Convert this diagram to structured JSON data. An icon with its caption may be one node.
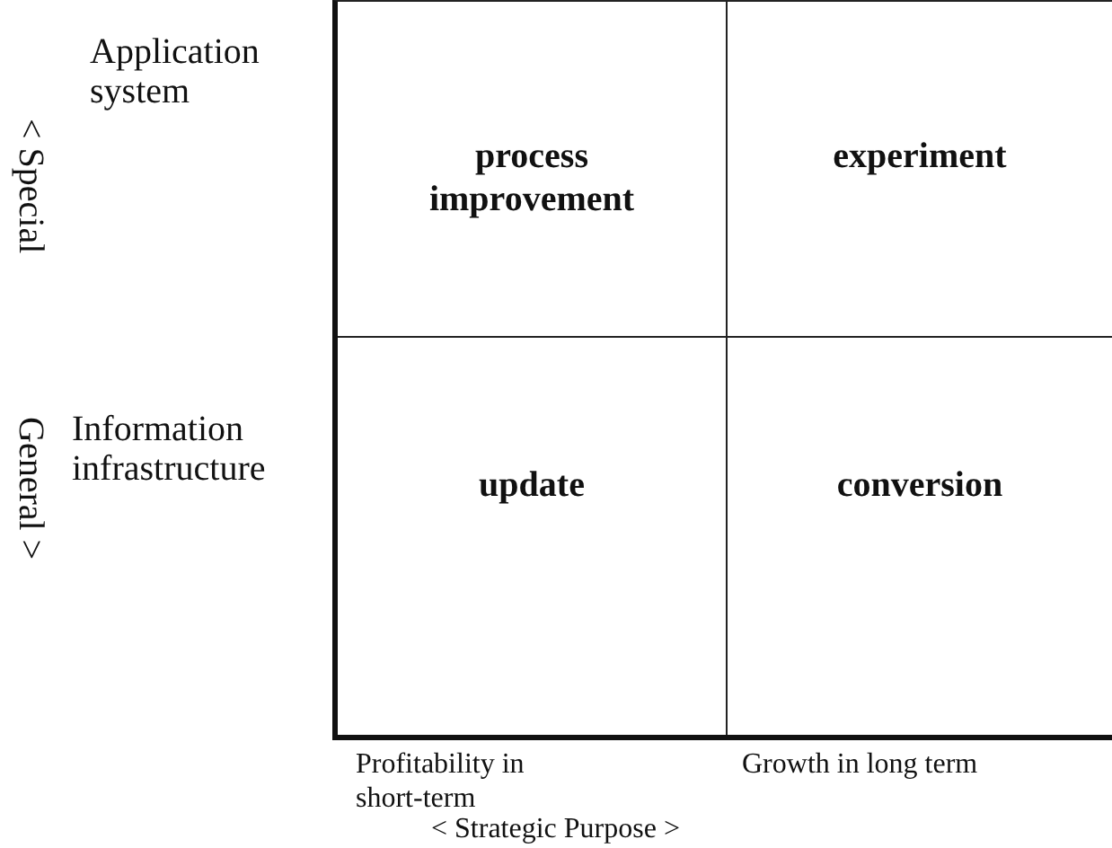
{
  "diagram": {
    "nodes": [
      {
        "text": [
          "process improvement"
        ]
      },
      {
        "text": [
          "experiment"
        ]
      },
      {
        "text": [
          "update"
        ]
      },
      {
        "text": [
          "conversion"
        ]
      }
    ],
    "edges": [],
    "labels": [
      "Application system",
      "Information infrastructure",
      "< Special",
      "General >",
      "Profitability in short-term",
      "Growth in long term",
      "< Strategic Purpose >"
    ]
  }
}
